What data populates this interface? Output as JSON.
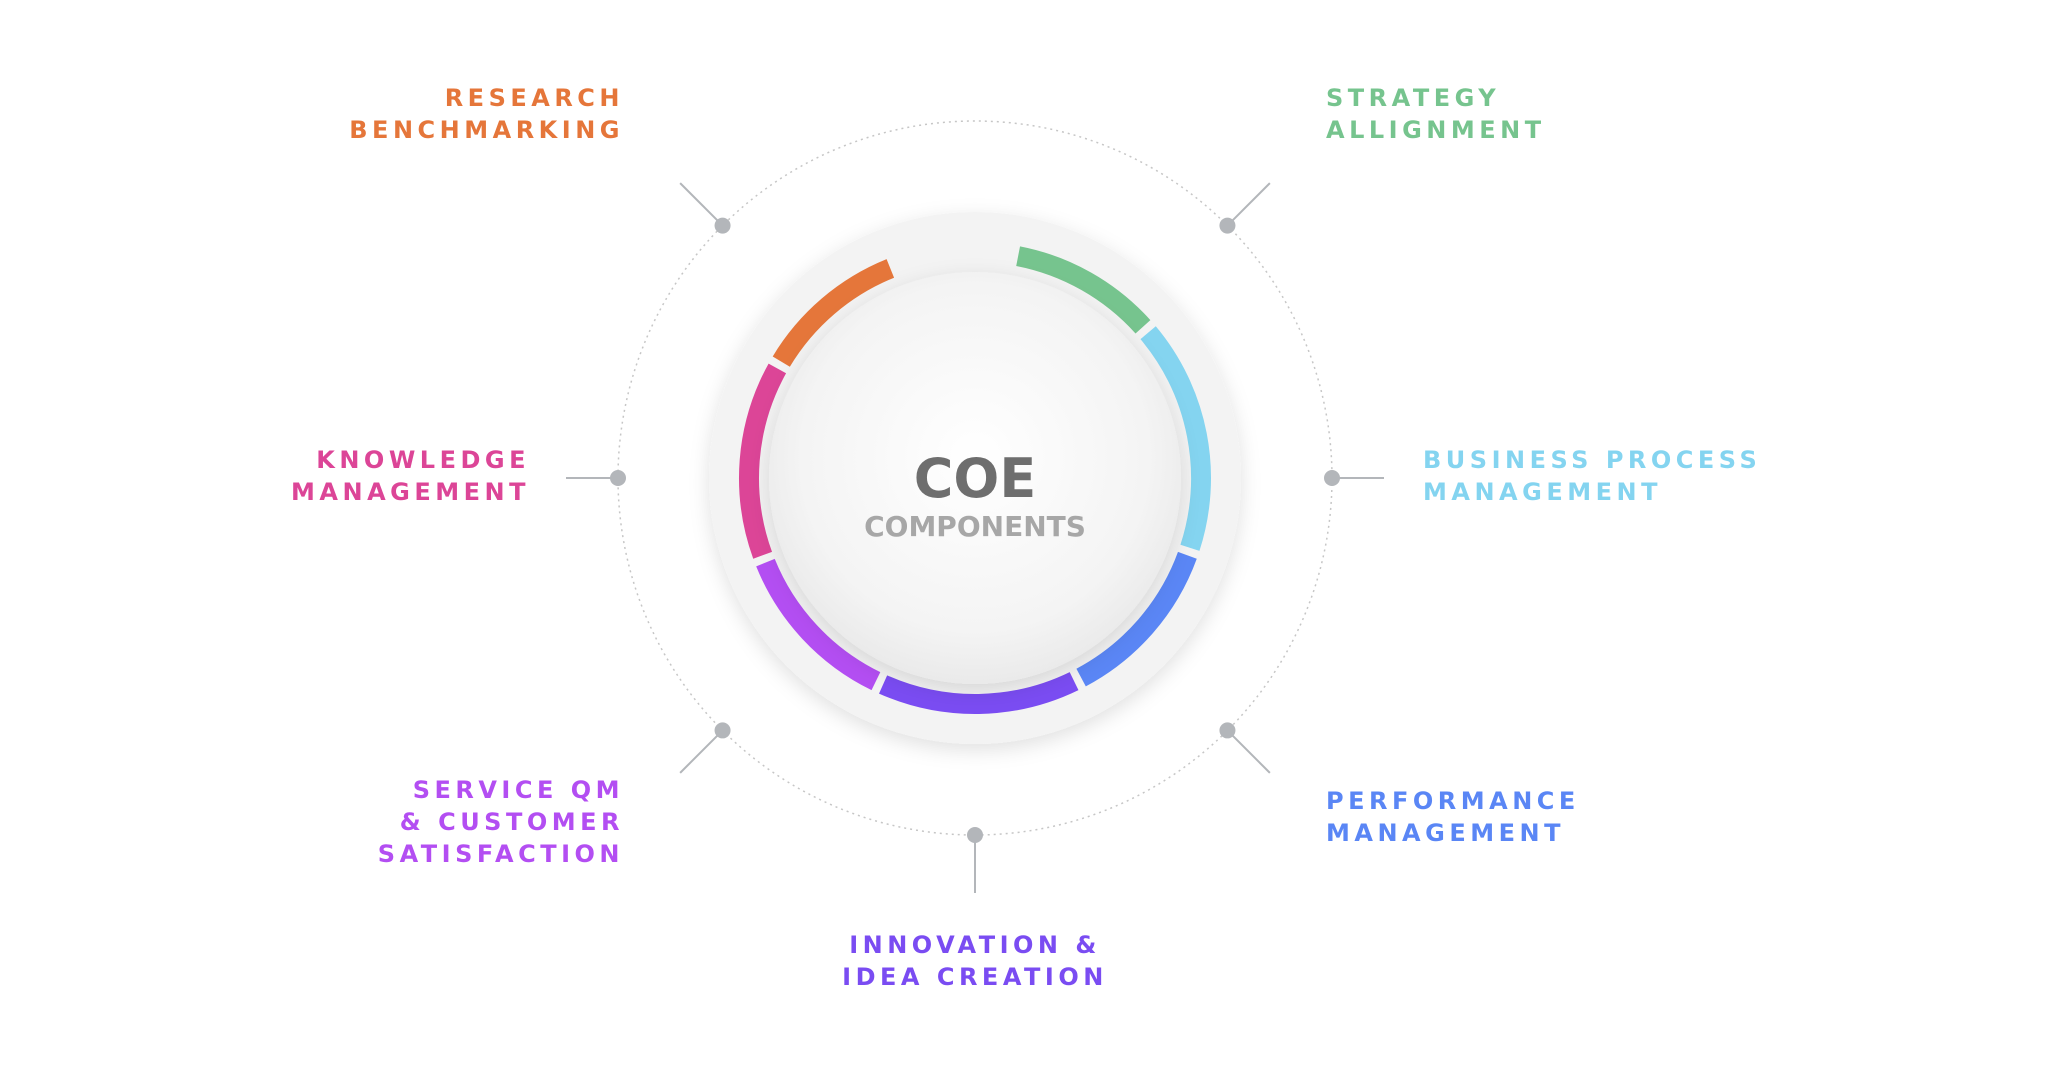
{
  "center": {
    "title": "COE",
    "subtitle": "COMPONENTS"
  },
  "colors": {
    "research": "#e5763a",
    "strategy": "#76c48e",
    "business": "#84d4f0",
    "performance": "#5a86f5",
    "innovation": "#7a4cf2",
    "service": "#b34ef2",
    "knowledge": "#dc4597",
    "connector": "#b3b6ba",
    "title": "#6e6e6e",
    "subtitle": "#a7a7a7"
  },
  "components": {
    "research": {
      "lines": [
        "RESEARCH",
        "BENCHMARKING"
      ]
    },
    "strategy": {
      "lines": [
        "STRATEGY",
        "ALLIGNMENT"
      ]
    },
    "business": {
      "lines": [
        "BUSINESS PROCESS",
        "MANAGEMENT"
      ]
    },
    "performance": {
      "lines": [
        "PERFORMANCE",
        "MANAGEMENT"
      ]
    },
    "innovation": {
      "lines": [
        "INNOVATION &",
        "IDEA CREATION"
      ]
    },
    "service": {
      "lines": [
        "SERVICE QM",
        "& CUSTOMER",
        "SATISFACTION"
      ]
    },
    "knowledge": {
      "lines": [
        "KNOWLEDGE",
        "MANAGEMENT"
      ]
    }
  }
}
